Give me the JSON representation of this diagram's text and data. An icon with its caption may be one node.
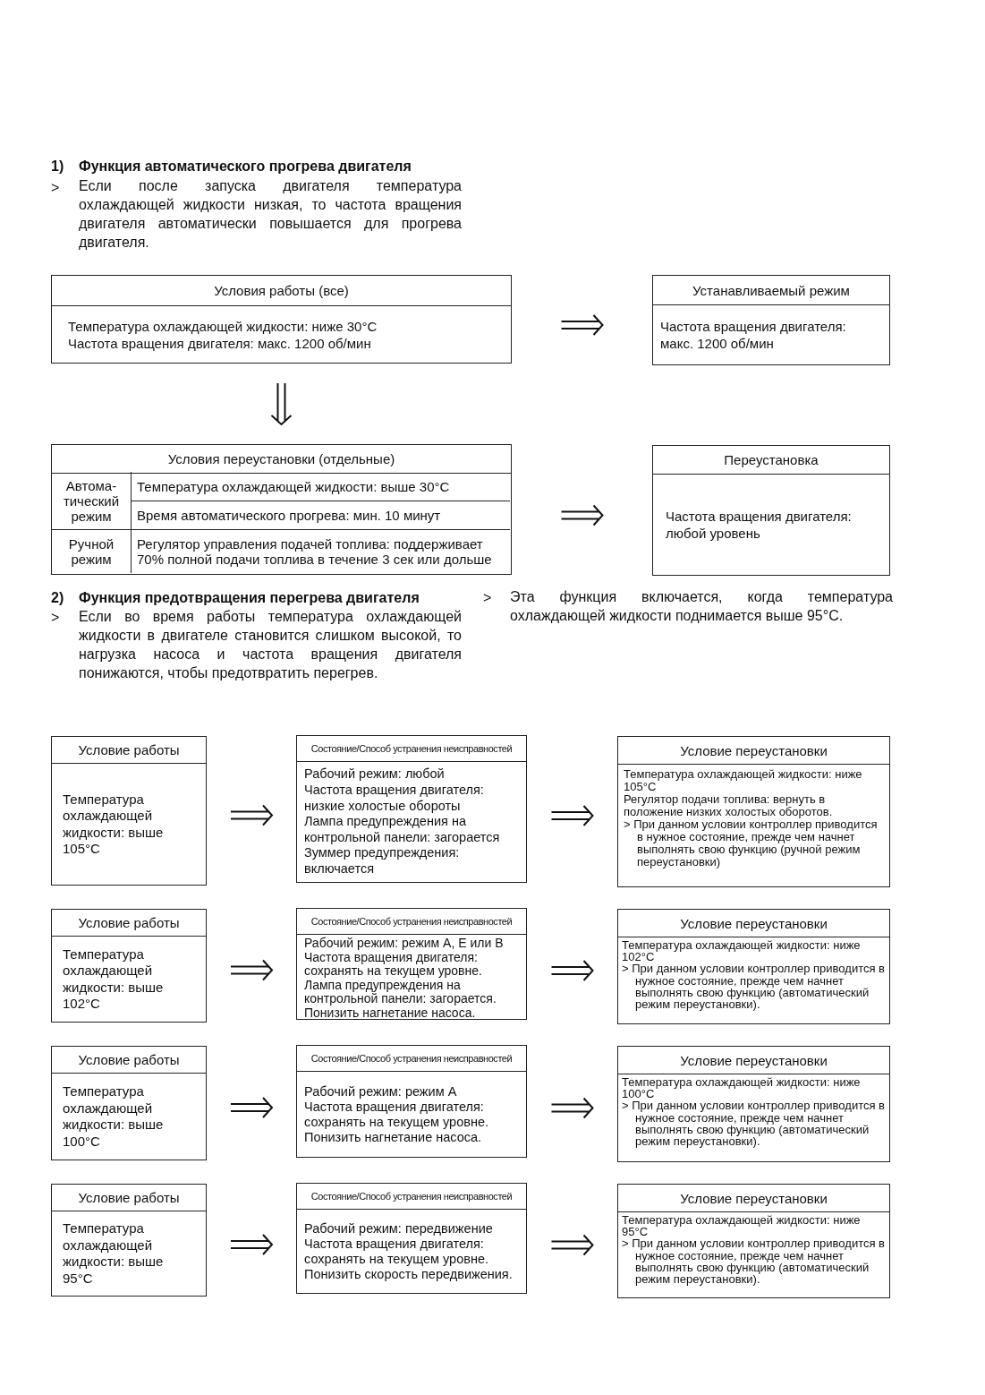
{
  "diagram": {
    "nodes": [
      {
        "text": [
          "Условия работы (все)",
          "Температура охлаждающей жидкости: ниже 30°C",
          "Частота вращения двигателя: макс. 1200 об/мин"
        ]
      },
      {
        "text": [
          "Устанавливаемый режим",
          "Частота вращения двигателя: макс. 1200 об/мин"
        ]
      },
      {
        "text": [
          "Условия переустановки (отдельные)"
        ]
      },
      {
        "text": [
          "Автома- тический режим"
        ],
        "in": 2
      },
      {
        "text": [
          "Температура охлаждающей жидкости: выше 30°C"
        ],
        "in": 2
      },
      {
        "text": [
          "Время автоматического прогрева: мин. 10 минут"
        ],
        "in": 2
      },
      {
        "text": [
          "Ручной режим"
        ],
        "in": 2
      },
      {
        "text": [
          "Регулятор управления подачей топлива: поддерживает 70% полной подачи топлива в течение 3 сек или дольше"
        ],
        "in": 2
      },
      {
        "text": [
          "Переустановка",
          "Частота вращения двигателя: любой уровень"
        ]
      },
      {
        "text": [
          "Условие работы",
          "Температура охлаждающей жидкости: выше 105°C"
        ]
      },
      {
        "text": [
          "Состояние/Способ устранения неисправностей",
          "Рабочий режим: любой",
          "Частота вращения двигателя: низкие холостые обороты",
          "Лампа предупреждения на контрольной панели: загорается",
          "Зуммер предупреждения: включается"
        ]
      },
      {
        "text": [
          "Условие переустановки",
          "Температура охлаждающей жидкости: ниже 105°C",
          "Регулятор подачи топлива: вернуть в положение низких холостых оборотов.",
          "> При данном условии контроллер приводится в нужное состояние, прежде чем начнет выполнять свою функцию (ручной режим переустановки)"
        ]
      },
      {
        "text": [
          "Условие работы",
          "Температура охлаждающей жидкости: выше 102°C"
        ]
      },
      {
        "text": [
          "Состояние/Способ устранения неисправностей",
          "Рабочий режим: режим A, E или B",
          "Частота вращения двигателя: сохранять на текущем уровне.",
          "Лампа предупреждения на контрольной панели: загорается.",
          "Понизить нагнетание насоса."
        ]
      },
      {
        "text": [
          "Условие переустановки",
          "Температура охлаждающей жидкости: ниже 102°C",
          "> При данном условии контроллер приводится в нужное состояние, прежде чем начнет выполнять свою функцию (автоматический режим переустановки)."
        ]
      },
      {
        "text": [
          "Условие работы",
          "Температура охлаждающей жидкости: выше 100°C"
        ]
      },
      {
        "text": [
          "Состояние/Способ устранения неисправностей",
          "Рабочий режим: режим A",
          "Частота вращения двигателя: сохранять на текущем уровне.",
          "Понизить нагнетание насоса."
        ]
      },
      {
        "text": [
          "Условие переустановки",
          "Температура охлаждающей жидкости: ниже 100°C",
          "> При данном условии контроллер приводится в нужное состояние, прежде чем начнет выполнять свою функцию (автоматический режим переустановки)."
        ]
      },
      {
        "text": [
          "Условие работы",
          "Температура охлаждающей жидкости: выше 95°C"
        ]
      },
      {
        "text": [
          "Состояние/Способ устранения неисправностей",
          "Рабочий режим: передвижение",
          "Частота вращения двигателя: сохранять на текущем уровне.",
          "Понизить скорость передвижения."
        ]
      },
      {
        "text": [
          "Условие переустановки",
          "Температура охлаждающей жидкости: ниже 95°C",
          "> При данном условии контроллер приводится в нужное состояние, прежде чем начнет выполнять свою функцию (автоматический режим переустановки)."
        ]
      }
    ],
    "edges": [
      {
        "from": 0,
        "to": 1,
        "arrow": "to"
      },
      {
        "from": 0,
        "to": 2,
        "arrow": "to"
      },
      {
        "from": 2,
        "to": 8,
        "arrow": "to"
      },
      {
        "from": 9,
        "to": 10,
        "arrow": "to"
      },
      {
        "from": 10,
        "to": 11,
        "arrow": "to"
      },
      {
        "from": 12,
        "to": 13,
        "arrow": "to"
      },
      {
        "from": 13,
        "to": 14,
        "arrow": "to"
      },
      {
        "from": 15,
        "to": 16,
        "arrow": "to"
      },
      {
        "from": 16,
        "to": 17,
        "arrow": "to"
      },
      {
        "from": 18,
        "to": 19,
        "arrow": "to"
      },
      {
        "from": 19,
        "to": 20,
        "arrow": "to"
      }
    ],
    "labels": [
      "1)",
      "Функция автоматического прогрева двигателя",
      ">",
      "Если после запуска двигателя температура охлаждающей жидкости низкая, то частота вращения двигателя автоматически повышается для прогрева двигателя.",
      "2)",
      "Функция предотвращения перегрева двигателя",
      ">",
      "Если во время работы температура охлаждающей жидкости в двигателе становится слишком высокой, то нагрузка насоса и частота вращения двигателя понижаются, чтобы предотвратить перегрев.",
      ">",
      "Эта функция включается, когда температура охлаждающей жидкости поднимается выше 95°C."
    ]
  }
}
